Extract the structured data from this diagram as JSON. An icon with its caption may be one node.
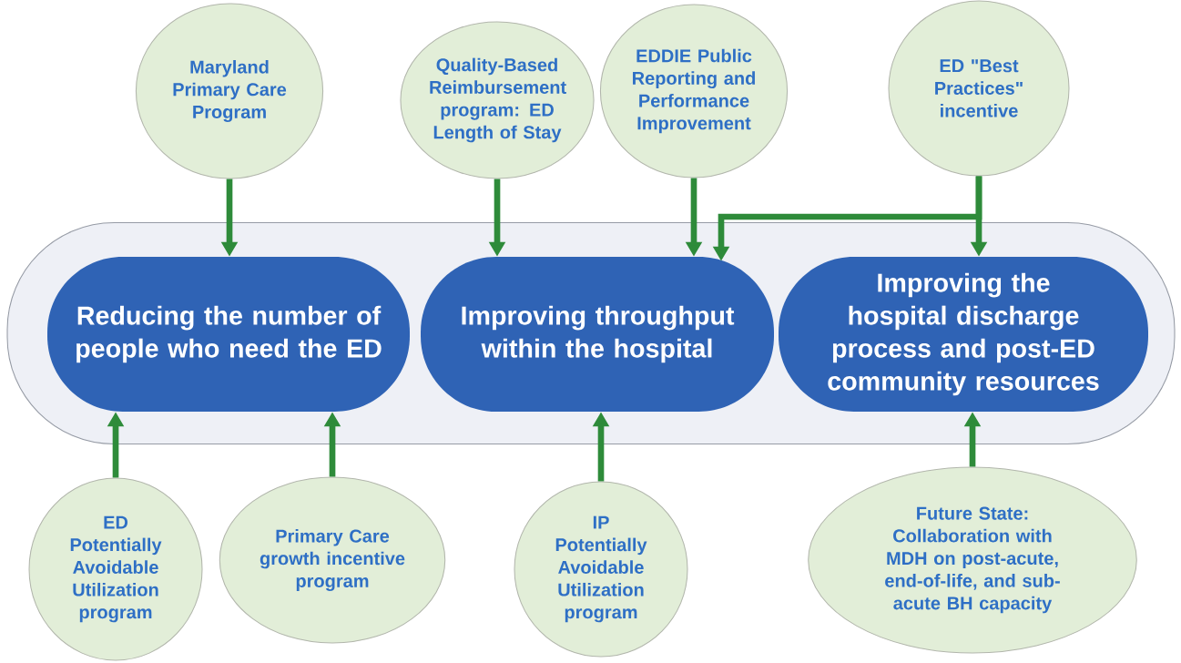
{
  "diagram": {
    "nodes": [
      {
        "text": [
          "Maryland Primary Care Program"
        ]
      },
      {
        "text": [
          "Quality-Based Reimbursement program: ED Length of Stay"
        ]
      },
      {
        "text": [
          "EDDIE Public Reporting and Performance Improvement"
        ]
      },
      {
        "text": [
          "ED \"Best Practices\" incentive"
        ]
      },
      {
        "text": [],
        "shape": "box"
      },
      {
        "text": [
          "Reducing the number of people who need the ED"
        ],
        "in": 4
      },
      {
        "text": [
          "Improving throughput within the hospital"
        ],
        "in": 4
      },
      {
        "text": [
          "Improving the hospital discharge process and post-ED community resources"
        ],
        "in": 4
      },
      {
        "text": [
          "ED Potentially Avoidable Utilization program"
        ]
      },
      {
        "text": [
          "Primary Care growth incentive program"
        ]
      },
      {
        "text": [
          "IP Potentially Avoidable Utilization program"
        ]
      },
      {
        "text": [
          "Future State: Collaboration with MDH on post-acute, end-of-life, and sub-acute BH capacity"
        ]
      }
    ],
    "edges": [
      {
        "from": 0,
        "to": 5,
        "arrow": "to"
      },
      {
        "from": 1,
        "to": 6,
        "arrow": "to"
      },
      {
        "from": 2,
        "to": 6,
        "arrow": "to"
      },
      {
        "from": 3,
        "to": 6,
        "arrow": "to"
      },
      {
        "from": 3,
        "to": 7,
        "arrow": "to"
      },
      {
        "from": 8,
        "to": 5,
        "arrow": "to"
      },
      {
        "from": 9,
        "to": 5,
        "arrow": "to"
      },
      {
        "from": 10,
        "to": 6,
        "arrow": "to"
      },
      {
        "from": 11,
        "to": 7,
        "arrow": "to"
      }
    ]
  }
}
